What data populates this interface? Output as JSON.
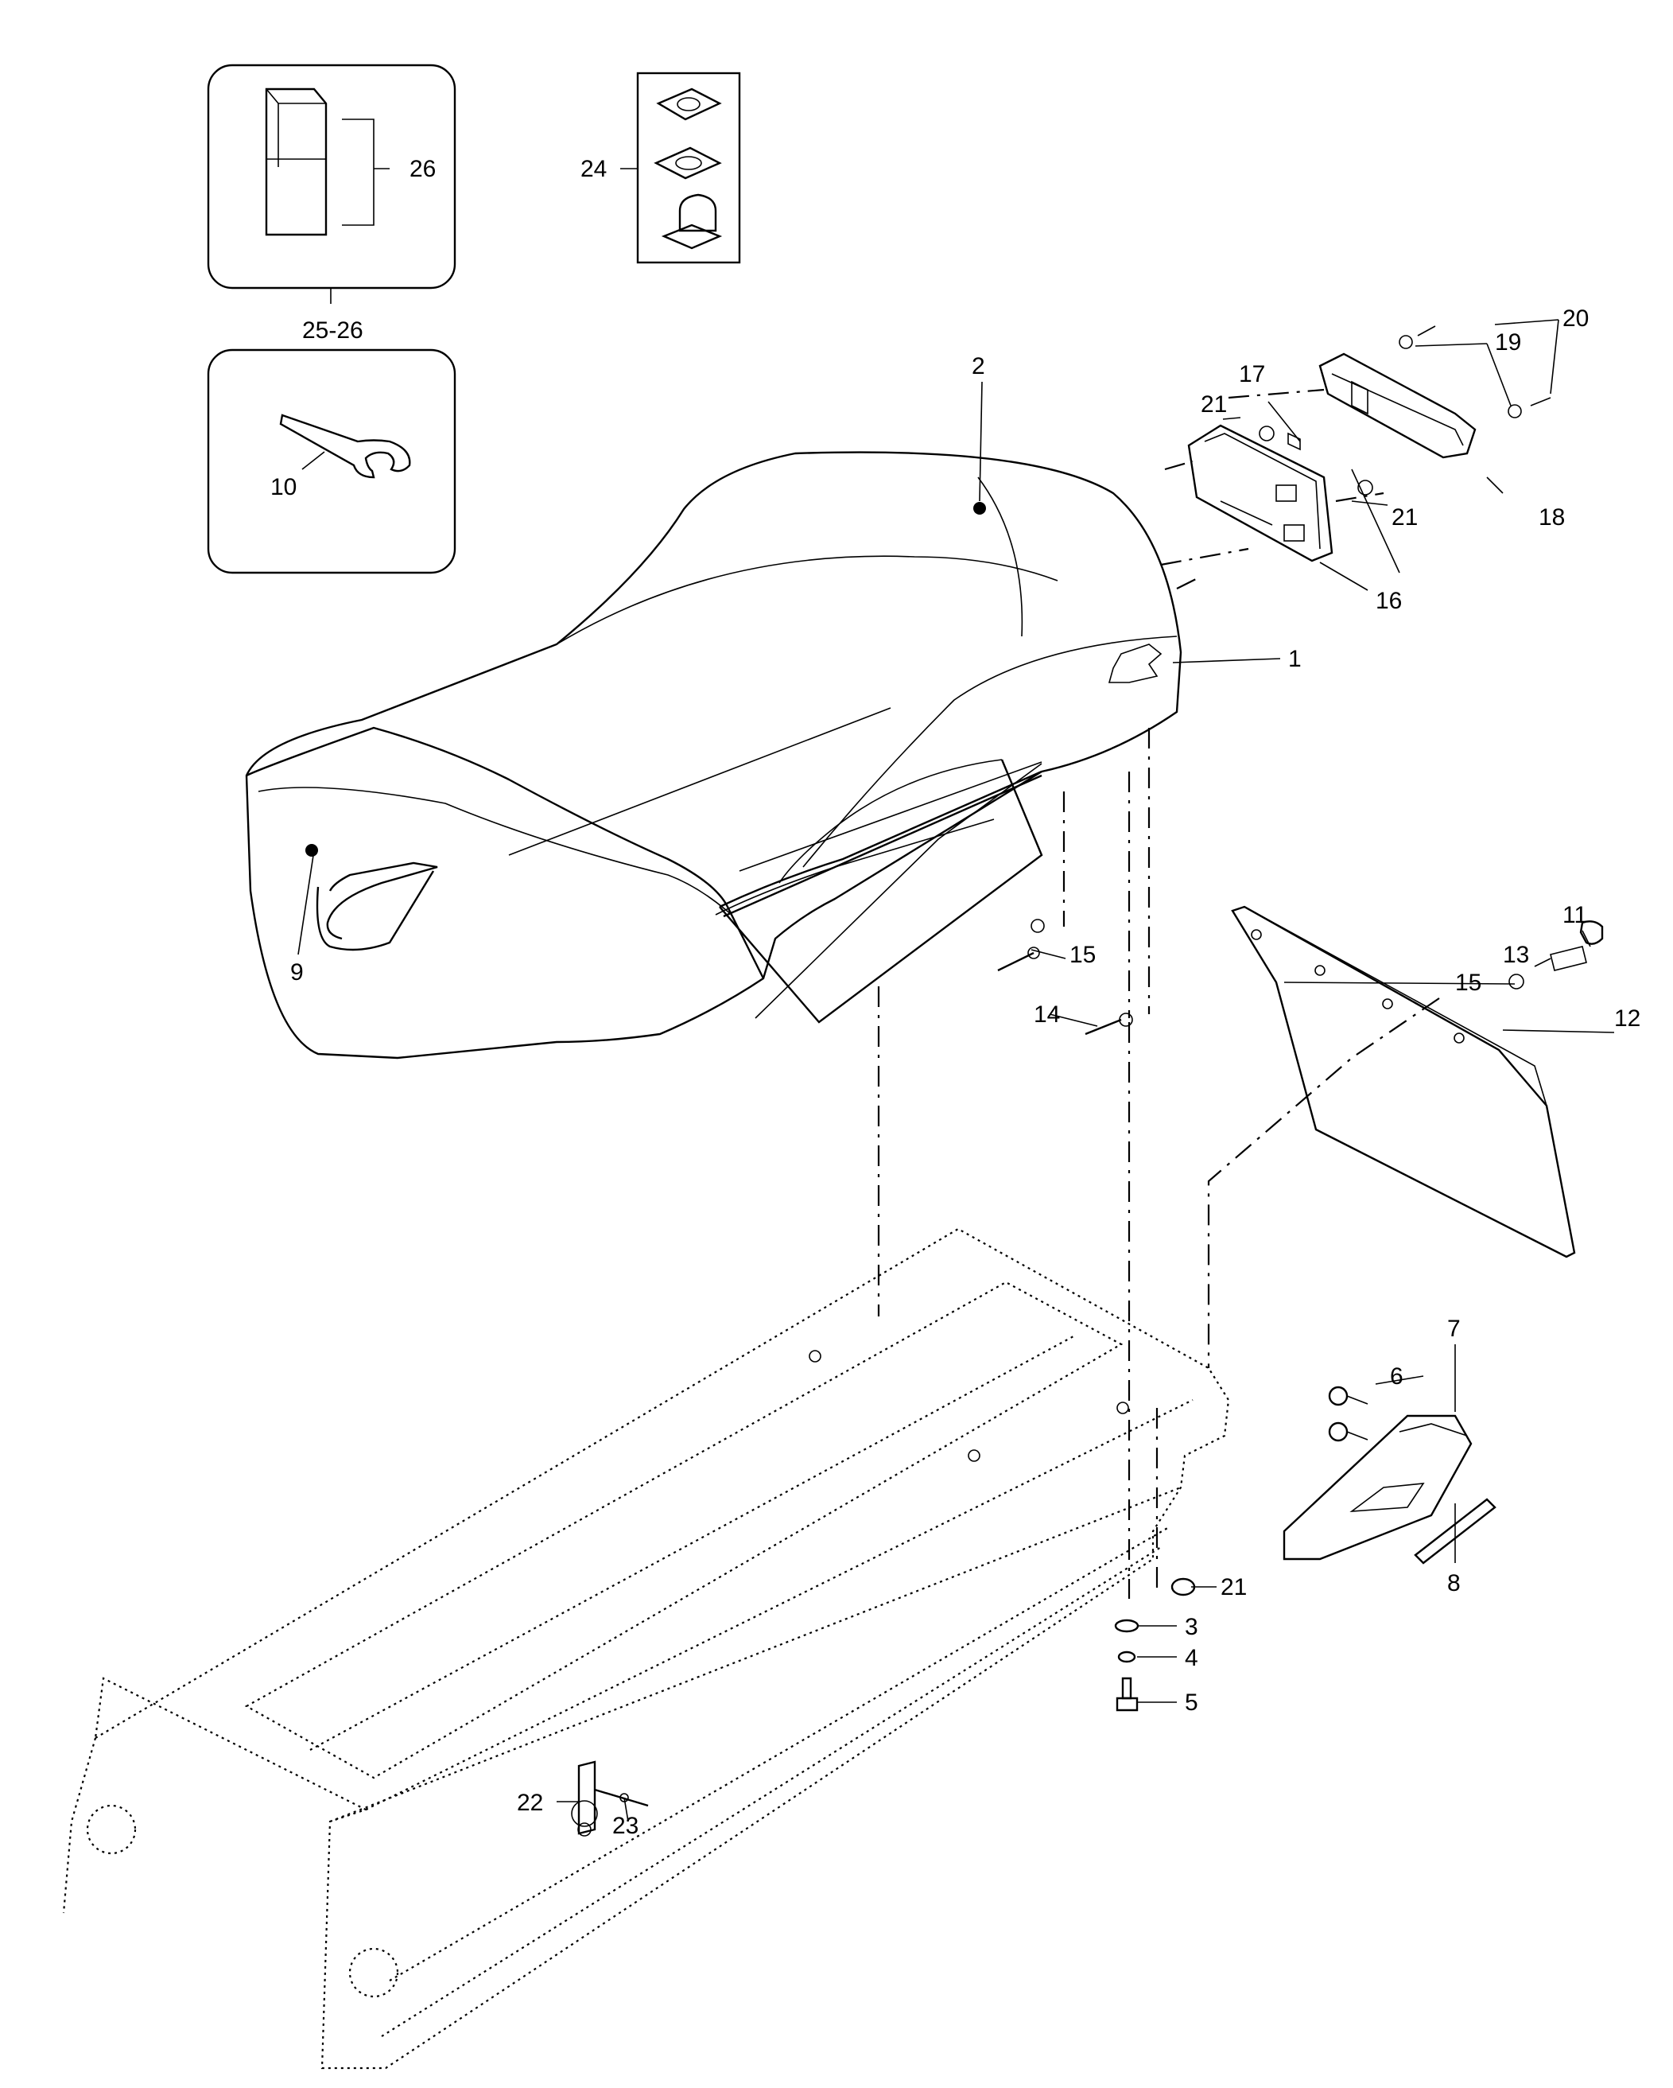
{
  "labels": {
    "l1": "1",
    "l2": "2",
    "l3": "3",
    "l4": "4",
    "l5": "5",
    "l6": "6",
    "l7": "7",
    "l8": "8",
    "l9": "9",
    "l10": "10",
    "l11": "11",
    "l12": "12",
    "l13": "13",
    "l14": "14",
    "l15a": "15",
    "l15b": "15",
    "l16": "16",
    "l17": "17",
    "l18": "18",
    "l19": "19",
    "l20": "20",
    "l21a": "21",
    "l21b": "21",
    "l21c": "21",
    "l22": "22",
    "l23": "23",
    "l24": "24",
    "l25_26": "25-26",
    "l26": "26"
  }
}
